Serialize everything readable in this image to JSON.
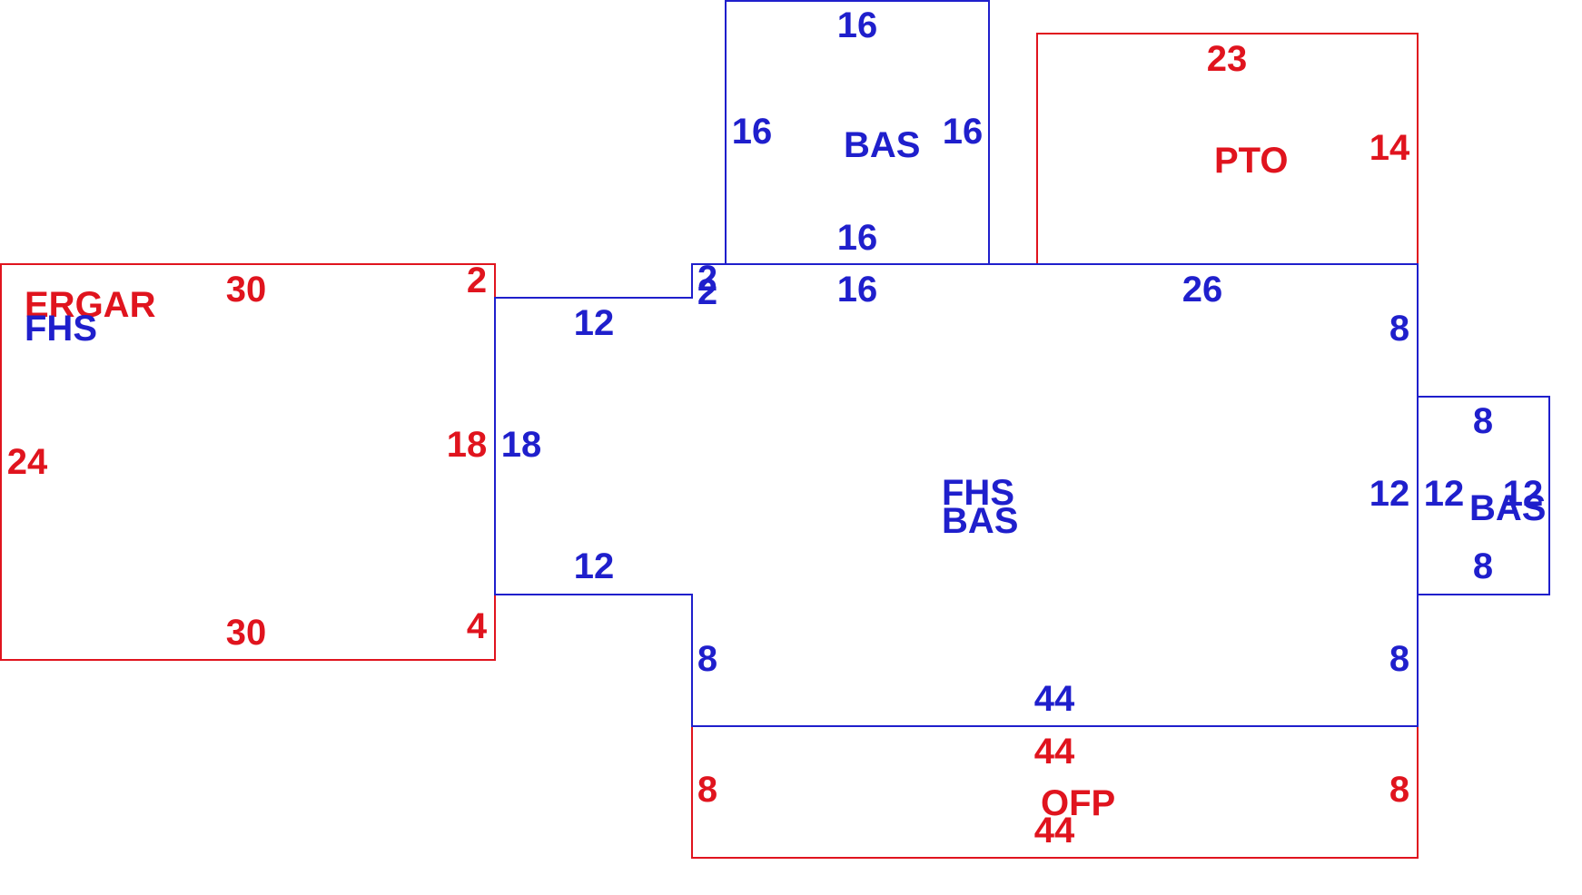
{
  "colors": {
    "blue": "#1f1fcc",
    "red": "#e0141e",
    "background": "#ffffff"
  },
  "areas": [
    {
      "id": "bas_top",
      "code": "BAS",
      "color": "blue",
      "sides": {
        "top": "16",
        "left": "16",
        "right": "16",
        "bottom": "16"
      }
    },
    {
      "id": "pto",
      "code": "PTO",
      "color": "red",
      "sides": {
        "top": "23",
        "right": "14"
      }
    },
    {
      "id": "main",
      "codes": [
        "FHS",
        "BAS"
      ],
      "color": "blue",
      "sides": {
        "top_notch_a": "2",
        "top_notch_b": "2",
        "top_left": "16",
        "top_right": "26",
        "right_upper": "8",
        "right_mid": "12",
        "right_lower": "8",
        "upper_step": "12",
        "left_mid": "18",
        "lower_step": "12",
        "left_lower": "8",
        "bottom": "44"
      }
    },
    {
      "id": "bas_right",
      "code": "BAS",
      "color": "blue",
      "sides": {
        "top": "8",
        "left": "12",
        "right": "12",
        "bottom": "8"
      }
    },
    {
      "id": "ofp",
      "code": "OFP",
      "color": "red",
      "sides": {
        "top": "44",
        "left": "8",
        "right": "8",
        "bottom": "44"
      }
    },
    {
      "id": "ergar",
      "code": "ERGAR",
      "subcode": "FHS",
      "color": "red",
      "sides": {
        "top": "30",
        "top_right": "2",
        "left": "24",
        "right": "18",
        "bottom_right": "4",
        "bottom": "30"
      }
    }
  ]
}
